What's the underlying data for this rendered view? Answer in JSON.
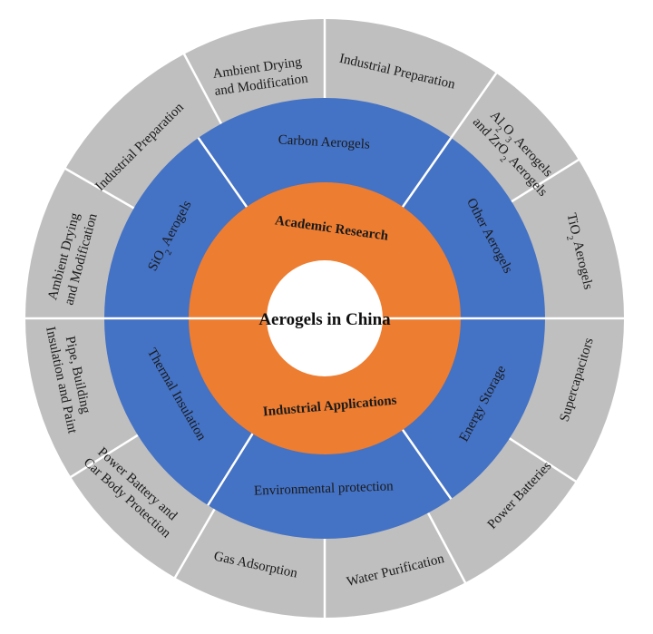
{
  "center": {
    "title": "Aerogels in China"
  },
  "inner_ring": {
    "top": "Academic Research",
    "bottom": "Industrial Applications"
  },
  "middle_ring": {
    "carbon": "Carbon Aerogels",
    "other": "Other Aerogels",
    "energy": "Energy Storage",
    "environmental": "Environmental protection",
    "thermal": "Thermal Insulation",
    "sio2_prefix": "SiO",
    "sio2_sub": "2",
    "sio2_suffix": " Aerogels"
  },
  "outer_ring": {
    "amb_top_line1": "Ambient Drying",
    "amb_top_line2": "and Modification",
    "ind_prep_top": "Industrial Preparation",
    "al_line1_a": "Al",
    "al_line1_b": "2",
    "al_line1_c": "O",
    "al_line1_d": "3",
    "al_line1_e": " Aerogels",
    "al_line2_a": "and ZrO",
    "al_line2_b": "2",
    "al_line2_c": " Aerogels",
    "tio2_a": "TiO",
    "tio2_b": "2",
    "tio2_c": " Aerogels",
    "supercapacitors": "Supercapacitors",
    "power_batteries": "Power Batteries",
    "water_purification": "Water Purification",
    "gas_adsorption": "Gas Adsorption",
    "pb_line1": "Power Battery and",
    "pb_line2": "Car Body Protection",
    "pipe_line1": "Pipe, Building",
    "pipe_line2": "Insulation and Paint",
    "amb_left_line1": "Ambient Drying",
    "amb_left_line2": "and Modification",
    "ind_prep_left": "Industrial Preparation"
  },
  "colors": {
    "outer_ring": "#bfbfbf",
    "middle_ring": "#4472c4",
    "inner_ring": "#ed7d31",
    "center": "#ffffff",
    "divider": "#ffffff"
  }
}
